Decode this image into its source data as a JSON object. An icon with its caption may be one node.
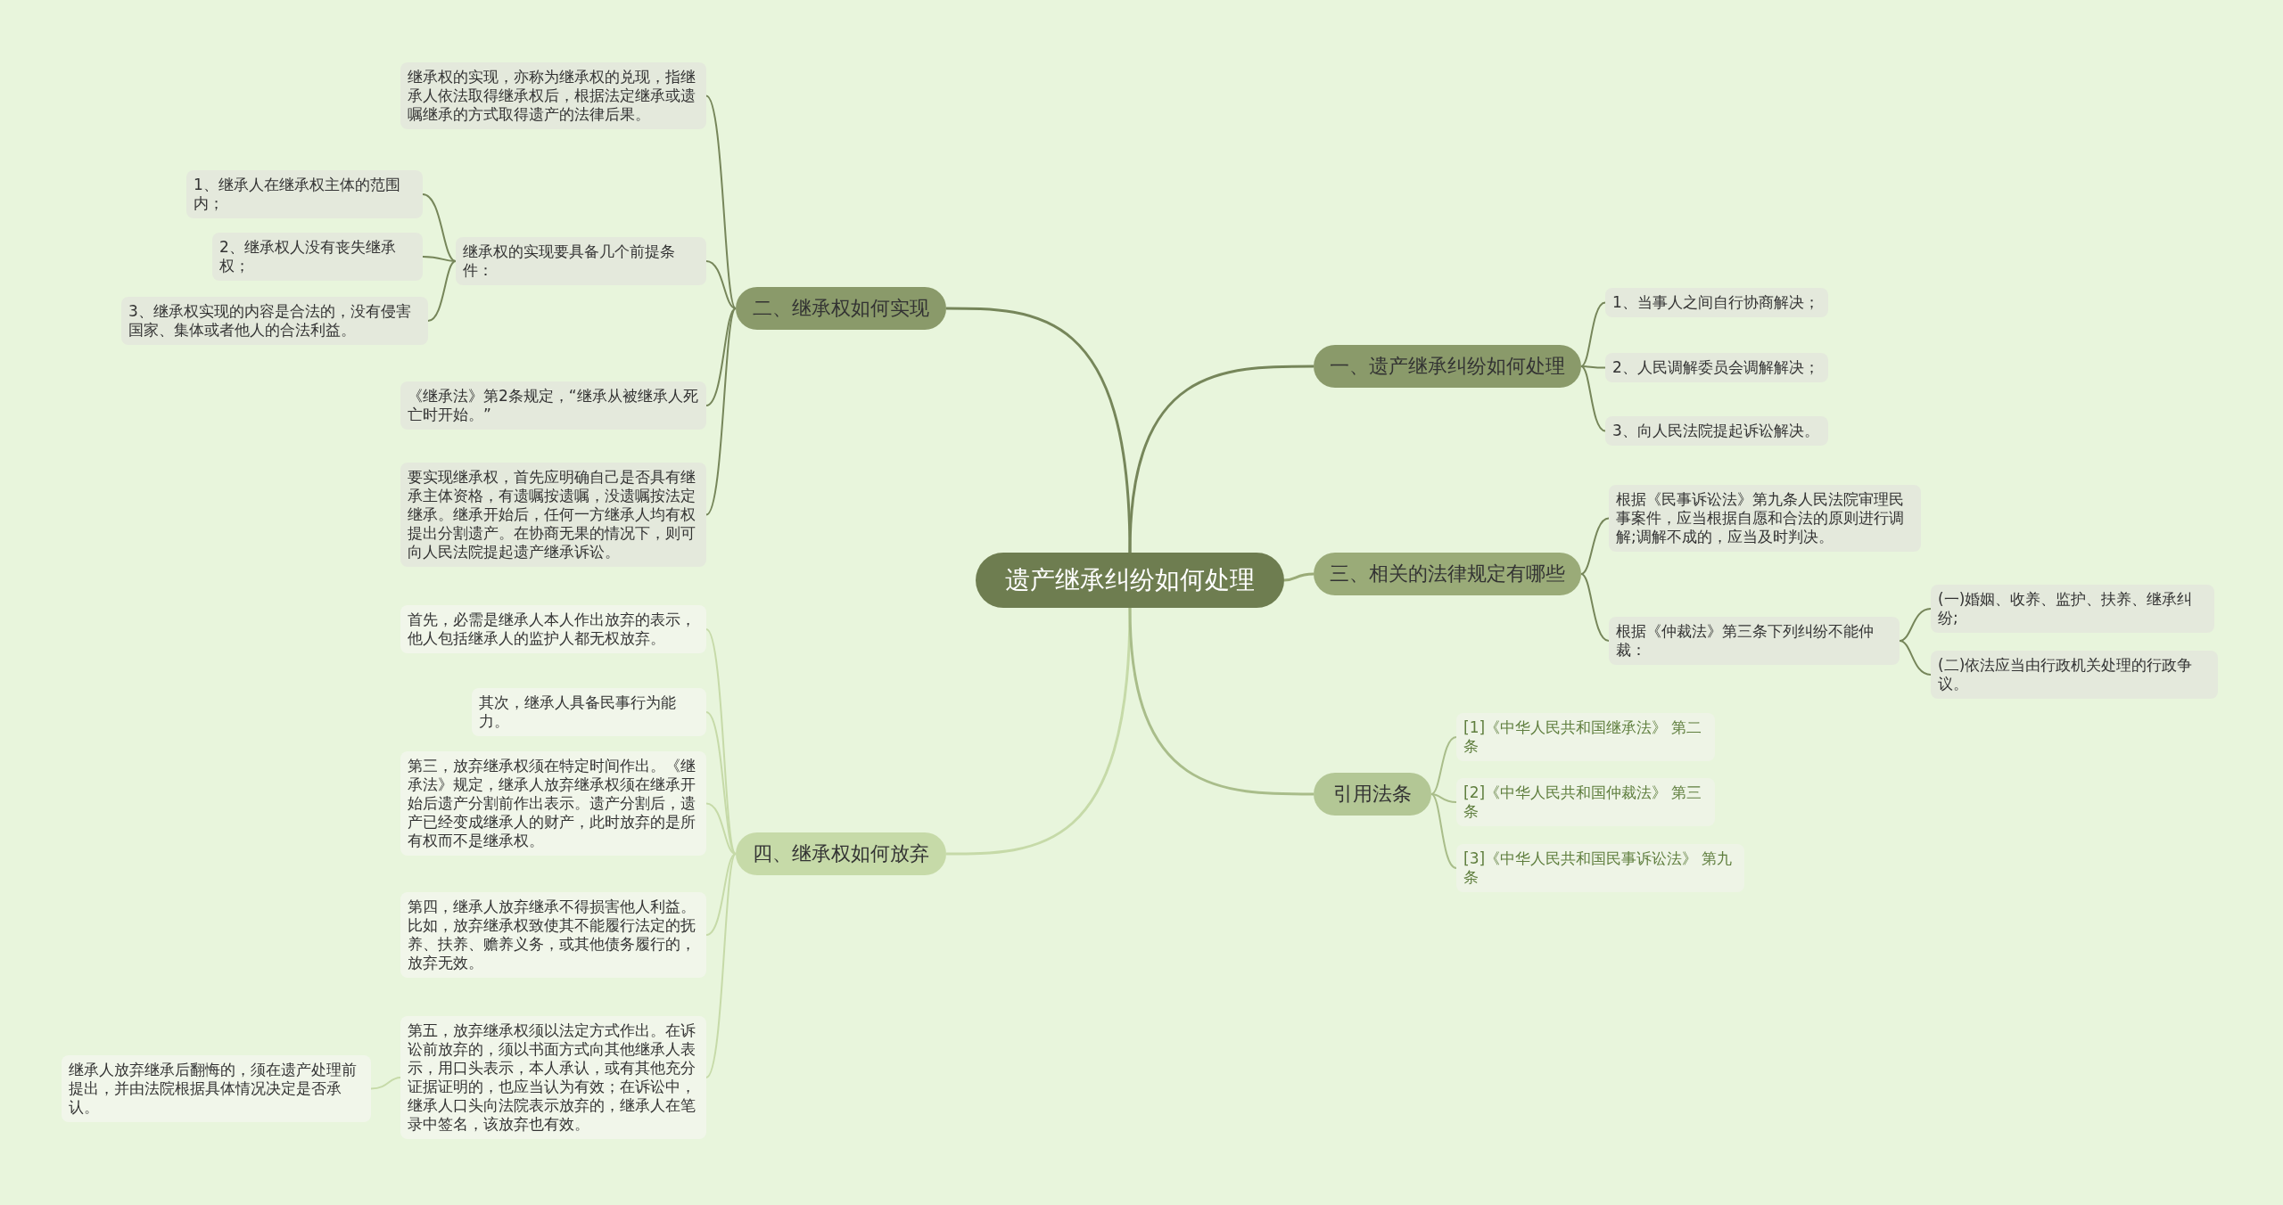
{
  "diagram": {
    "nodes": [
      {
        "text": [
          "遗产继承纠纷如何处理"
        ]
      },
      {
        "text": [
          "一、遗产继承纠纷如何处理"
        ]
      },
      {
        "text": [
          "1、当事人之间自行协商解决；"
        ]
      },
      {
        "text": [
          "2、人民调解委员会调解解决；"
        ]
      },
      {
        "text": [
          "3、向人民法院提起诉讼解决。"
        ]
      },
      {
        "text": [
          "二、继承权如何实现"
        ]
      },
      {
        "text": [
          "继承权的实现，亦称为继承权的兑现，指继承人依法取得继承权后，根据法定继承或遗嘱继承的方式取得遗产的法律后果。"
        ]
      },
      {
        "text": [
          "继承权的实现要具备几个前提条件："
        ]
      },
      {
        "text": [
          "1、继承人在继承权主体的范围内；"
        ]
      },
      {
        "text": [
          "2、继承权人没有丧失继承权；"
        ]
      },
      {
        "text": [
          "3、继承权实现的内容是合法的，没有侵害国家、集体或者他人的合法利益。"
        ]
      },
      {
        "text": [
          "《继承法》第2条规定，“继承从被继承人死亡时开始。”"
        ]
      },
      {
        "text": [
          "要实现继承权，首先应明确自己是否具有继承主体资格，有遗嘱按遗嘱，没遗嘱按法定继承。继承开始后，任何一方继承人均有权提出分割遗产。在协商无果的情况下，则可向人民法院提起遗产继承诉讼。"
        ]
      },
      {
        "text": [
          "三、相关的法律规定有哪些"
        ]
      },
      {
        "text": [
          "根据《民事诉讼法》第九条人民法院审理民事案件，应当根据自愿和合法的原则进行调解;调解不成的，应当及时判决。"
        ]
      },
      {
        "text": [
          "根据《仲裁法》第三条下列纠纷不能仲裁："
        ]
      },
      {
        "text": [
          "(一)婚姻、收养、监护、扶养、继承纠纷;"
        ]
      },
      {
        "text": [
          "(二)依法应当由行政机关处理的行政争议。"
        ]
      },
      {
        "text": [
          "四、继承权如何放弃"
        ]
      },
      {
        "text": [
          "首先，必需是继承人本人作出放弃的表示，他人包括继承人的监护人都无权放弃。"
        ]
      },
      {
        "text": [
          "其次，继承人具备民事行为能力。"
        ]
      },
      {
        "text": [
          "第三，放弃继承权须在特定时间作出。《继承法》规定，继承人放弃继承权须在继承开始后遗产分割前作出表示。遗产分割后，遗产已经变成继承人的财产，此时放弃的是所有权而不是继承权。"
        ]
      },
      {
        "text": [
          "第四，继承人放弃继承不得损害他人利益。比如，放弃继承权致使其不能履行法定的抚养、扶养、赡养义务，或其他债务履行的，放弃无效。"
        ]
      },
      {
        "text": [
          "第五，放弃继承权须以法定方式作出。在诉讼前放弃的，须以书面方式向其他继承人表示，用口头表示，本人承认，或有其他充分证据证明的，也应当认为有效；在诉讼中，继承人口头向法院表示放弃的，继承人在笔录中签名，该放弃也有效。"
        ]
      },
      {
        "text": [
          "继承人放弃继承后翻悔的，须在遗产处理前提出，并由法院根据具体情况决定是否承认。"
        ]
      },
      {
        "text": [
          "引用法条"
        ]
      },
      {
        "text": [
          "[1]《中华人民共和国继承法》 第二条"
        ]
      },
      {
        "text": [
          "[2]《中华人民共和国仲裁法》 第三条"
        ]
      },
      {
        "text": [
          "[3]《中华人民共和国民事诉讼法》 第九条"
        ]
      }
    ],
    "edges": [
      {
        "from": 0,
        "to": 1,
        "arrow": "none"
      },
      {
        "from": 1,
        "to": 2,
        "arrow": "none"
      },
      {
        "from": 1,
        "to": 3,
        "arrow": "none"
      },
      {
        "from": 1,
        "to": 4,
        "arrow": "none"
      },
      {
        "from": 0,
        "to": 5,
        "arrow": "none"
      },
      {
        "from": 5,
        "to": 6,
        "arrow": "none"
      },
      {
        "from": 5,
        "to": 7,
        "arrow": "none"
      },
      {
        "from": 7,
        "to": 8,
        "arrow": "none"
      },
      {
        "from": 7,
        "to": 9,
        "arrow": "none"
      },
      {
        "from": 7,
        "to": 10,
        "arrow": "none"
      },
      {
        "from": 5,
        "to": 11,
        "arrow": "none"
      },
      {
        "from": 5,
        "to": 12,
        "arrow": "none"
      },
      {
        "from": 0,
        "to": 13,
        "arrow": "none",
        "color": "#9aab78"
      },
      {
        "from": 13,
        "to": 14,
        "arrow": "none"
      },
      {
        "from": 13,
        "to": 15,
        "arrow": "none"
      },
      {
        "from": 15,
        "to": 16,
        "arrow": "none"
      },
      {
        "from": 15,
        "to": 17,
        "arrow": "none"
      },
      {
        "from": 0,
        "to": 18,
        "arrow": "none",
        "color": "#c6daa8"
      },
      {
        "from": 18,
        "to": 19,
        "arrow": "none",
        "color": "#c6daa8"
      },
      {
        "from": 18,
        "to": 20,
        "arrow": "none",
        "color": "#c6daa8"
      },
      {
        "from": 18,
        "to": 21,
        "arrow": "none",
        "color": "#c6daa8"
      },
      {
        "from": 18,
        "to": 22,
        "arrow": "none",
        "color": "#c6daa8"
      },
      {
        "from": 18,
        "to": 23,
        "arrow": "none",
        "color": "#c6daa8"
      },
      {
        "from": 23,
        "to": 24,
        "arrow": "none",
        "color": "#c6daa8"
      },
      {
        "from": 0,
        "to": 25,
        "arrow": "none",
        "color": "#a9bd8a"
      },
      {
        "from": 25,
        "to": 26,
        "arrow": "none",
        "color": "#a9bd8a"
      },
      {
        "from": 25,
        "to": 27,
        "arrow": "none",
        "color": "#a9bd8a"
      },
      {
        "from": 25,
        "to": 28,
        "arrow": "none",
        "color": "#a9bd8a"
      }
    ]
  }
}
